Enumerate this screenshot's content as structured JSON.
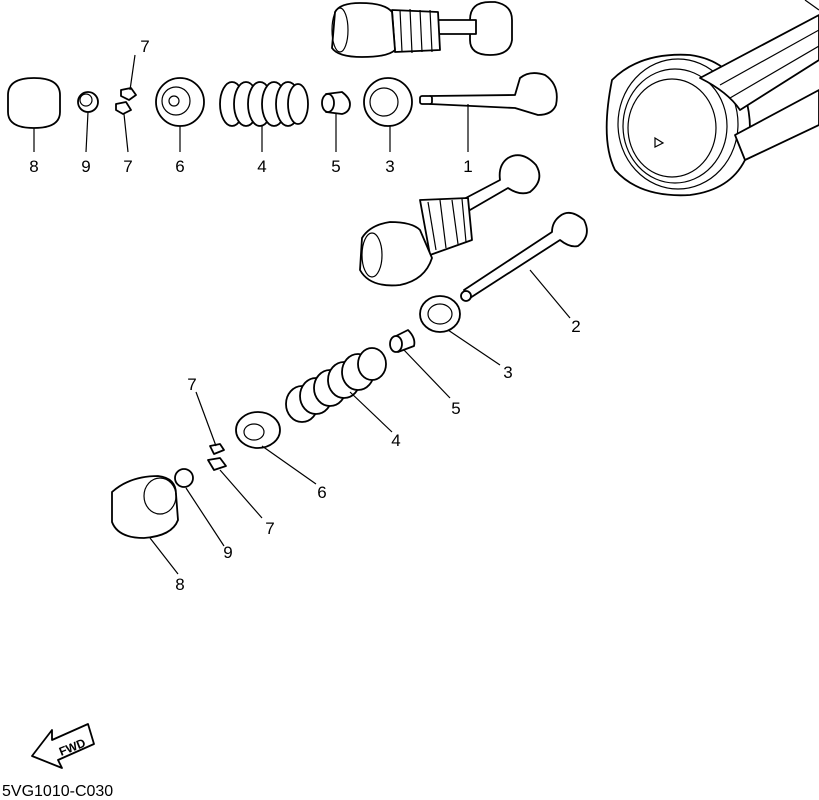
{
  "diagram": {
    "code": "5VG1010-C030",
    "fwd_label": "FWD",
    "labels": {
      "top_row": [
        "8",
        "9",
        "7",
        "7",
        "6",
        "4",
        "5",
        "3",
        "1"
      ],
      "lower": [
        "2",
        "3",
        "5",
        "4",
        "7",
        "6",
        "7",
        "9",
        "8"
      ]
    }
  },
  "colors": {
    "line": "#000000",
    "background": "#ffffff"
  }
}
